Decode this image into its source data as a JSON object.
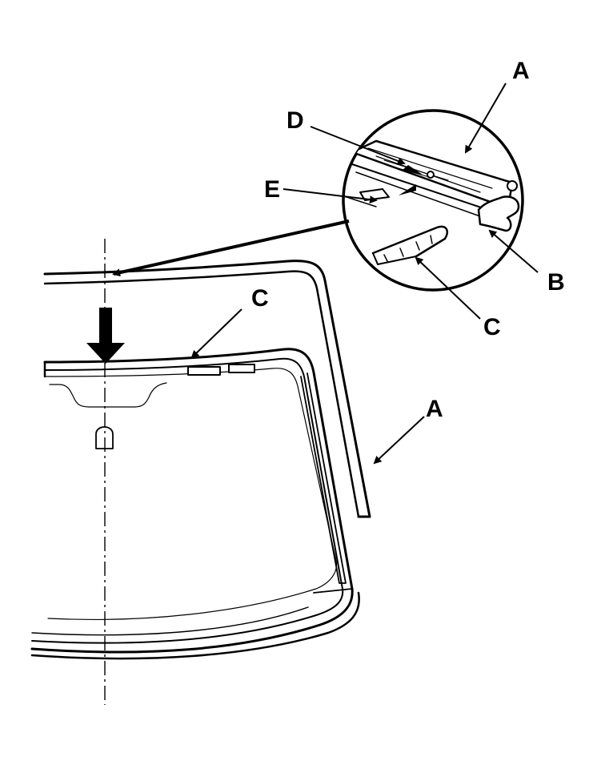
{
  "diagram": {
    "callouts": {
      "a_top": "A",
      "a_right": "A",
      "b": "B",
      "c_detail": "C",
      "c_main": "C",
      "d": "D",
      "e": "E"
    }
  },
  "colors": {
    "ink": "#000000",
    "paper": "#ffffff"
  }
}
